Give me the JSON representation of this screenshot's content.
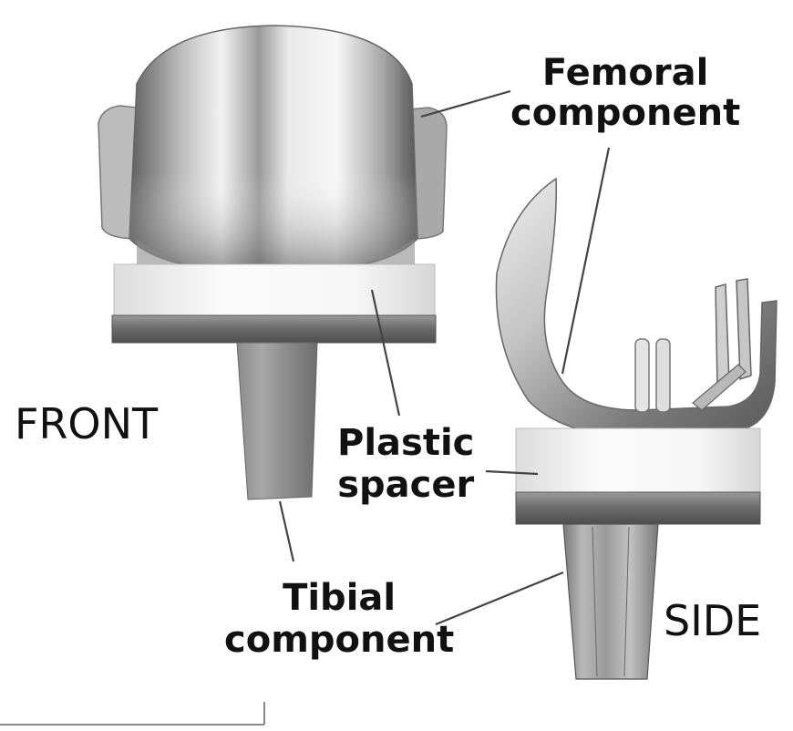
{
  "labels": {
    "femoral_line1": "Femoral",
    "femoral_line2": "component",
    "plastic_line1": "Plastic",
    "plastic_line2": "spacer",
    "tibial_line1": "Tibial",
    "tibial_line2": "component",
    "front": "FRONT",
    "side": "SIDE"
  },
  "colors": {
    "metal_dark": "#6b6b6b",
    "metal_light": "#f4f4f4",
    "plastic": "#f2f2f2",
    "label_text": "#111111",
    "leader_line": "#444444"
  }
}
